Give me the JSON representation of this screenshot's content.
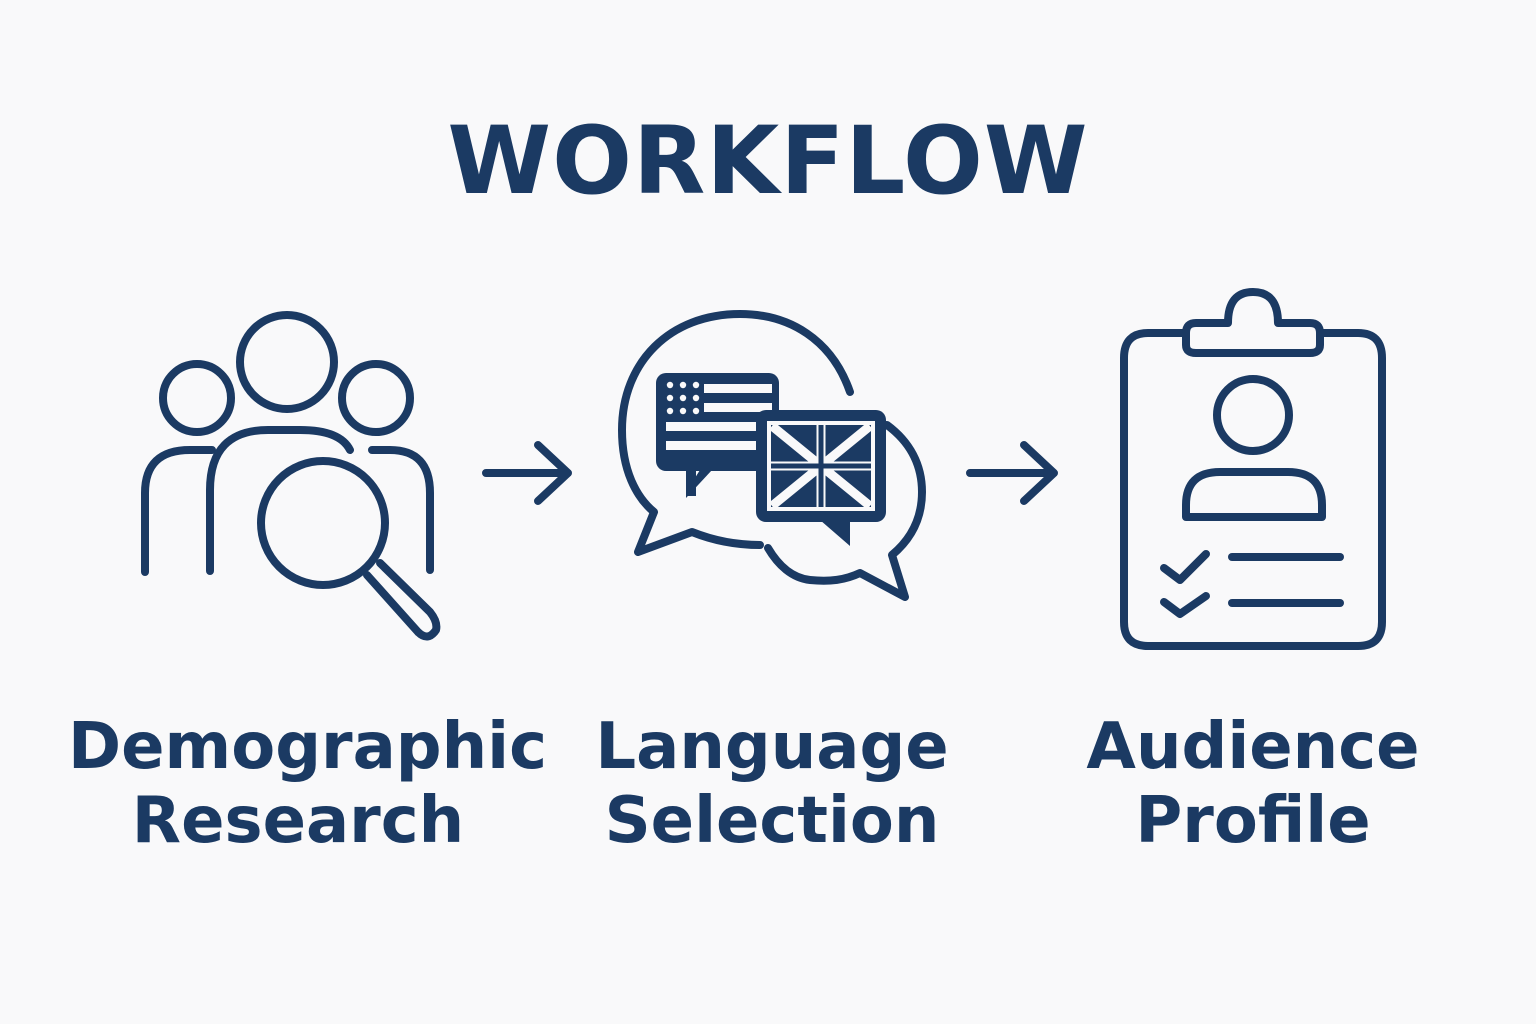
{
  "title": "WORKFLOW",
  "steps": [
    {
      "id": "demographic-research",
      "line1": "Demographic",
      "line2": "Research",
      "icon": "people-magnifier-icon"
    },
    {
      "id": "language-selection",
      "line1": "Language",
      "line2": "Selection",
      "icon": "speech-bubbles-flags-icon"
    },
    {
      "id": "audience-profile",
      "line1": "Audience",
      "line2": "Profile",
      "icon": "clipboard-profile-icon"
    }
  ],
  "colors": {
    "primary": "#1b3a63",
    "background": "#f9f9fa"
  }
}
